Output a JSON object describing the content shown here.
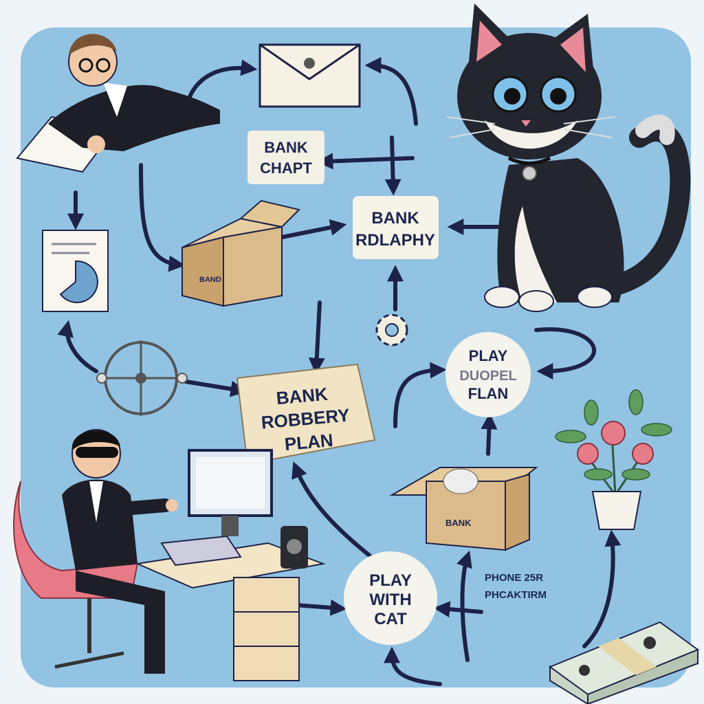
{
  "colors": {
    "background": "#92c3e3",
    "outer": "#eef4f7",
    "ink": "#1e2248",
    "card": "#f6efd9",
    "box": "#d9b98a",
    "cat": "#23252f",
    "chair": "#e77a86"
  },
  "labels": {
    "bank_chart": [
      "BANK",
      "CHAPT"
    ],
    "bank_roadmap": [
      "BANK",
      "RDLAPHY"
    ],
    "play_plan": [
      "PLAY",
      "DUOPEL",
      "FLAN"
    ],
    "robbery_plan": [
      "BANK",
      "ROBBERY",
      "PLAN"
    ],
    "play_cat": [
      "PLAY",
      "WITH",
      "CAT"
    ],
    "box_bank": "BANK",
    "box_small": "BAND",
    "phone": [
      "PHONE 25R",
      "PHCAKTIRM"
    ]
  }
}
